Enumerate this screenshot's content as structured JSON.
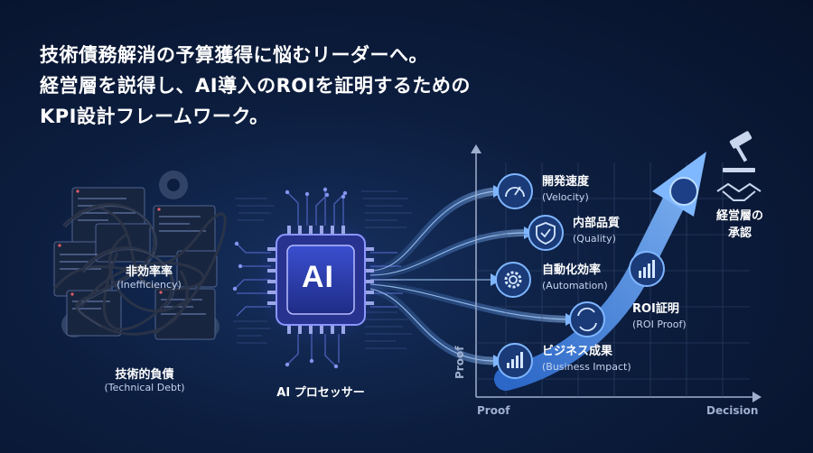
{
  "headline": {
    "line1": "技術債務解消の予算獲得に悩むリーダーへ。",
    "line2": "経営層を説得し、AI導入のROIを証明するための",
    "line3": "KPI設計フレームワーク。"
  },
  "debt": {
    "center_label": "非効率率",
    "center_sub": "(Inefficiency)",
    "label": "技術的負債",
    "sub": "(Technical Debt)"
  },
  "processor": {
    "chip_text": "AI",
    "label": "AI プロセッサー"
  },
  "metrics": [
    {
      "label": "開発速度",
      "sub": "(Velocity)",
      "icon": "gauge-icon"
    },
    {
      "label": "内部品質",
      "sub": "(Quality)",
      "icon": "shield-check-icon"
    },
    {
      "label": "自動化効率",
      "sub": "(Automation)",
      "icon": "gear-icon"
    },
    {
      "label": "ROI証明",
      "sub": "(ROI Proof)",
      "icon": "cycle-dollar-icon"
    },
    {
      "label": "ビジネス成果",
      "sub": "(Business Impact)",
      "icon": "bar-growth-icon"
    }
  ],
  "approval": {
    "label_line1": "経営層の",
    "label_line2": "承認",
    "icons": [
      "gavel-icon",
      "handshake-icon"
    ]
  },
  "axes": {
    "y_label": "Proof",
    "x_left": "Proof",
    "x_right": "Decision"
  },
  "colors": {
    "background": "#0c1d3e",
    "accent": "#4a9dff",
    "node": "#1a3a78",
    "node_ring": "#7fb6ff",
    "arrow": "#5b9cf0"
  }
}
